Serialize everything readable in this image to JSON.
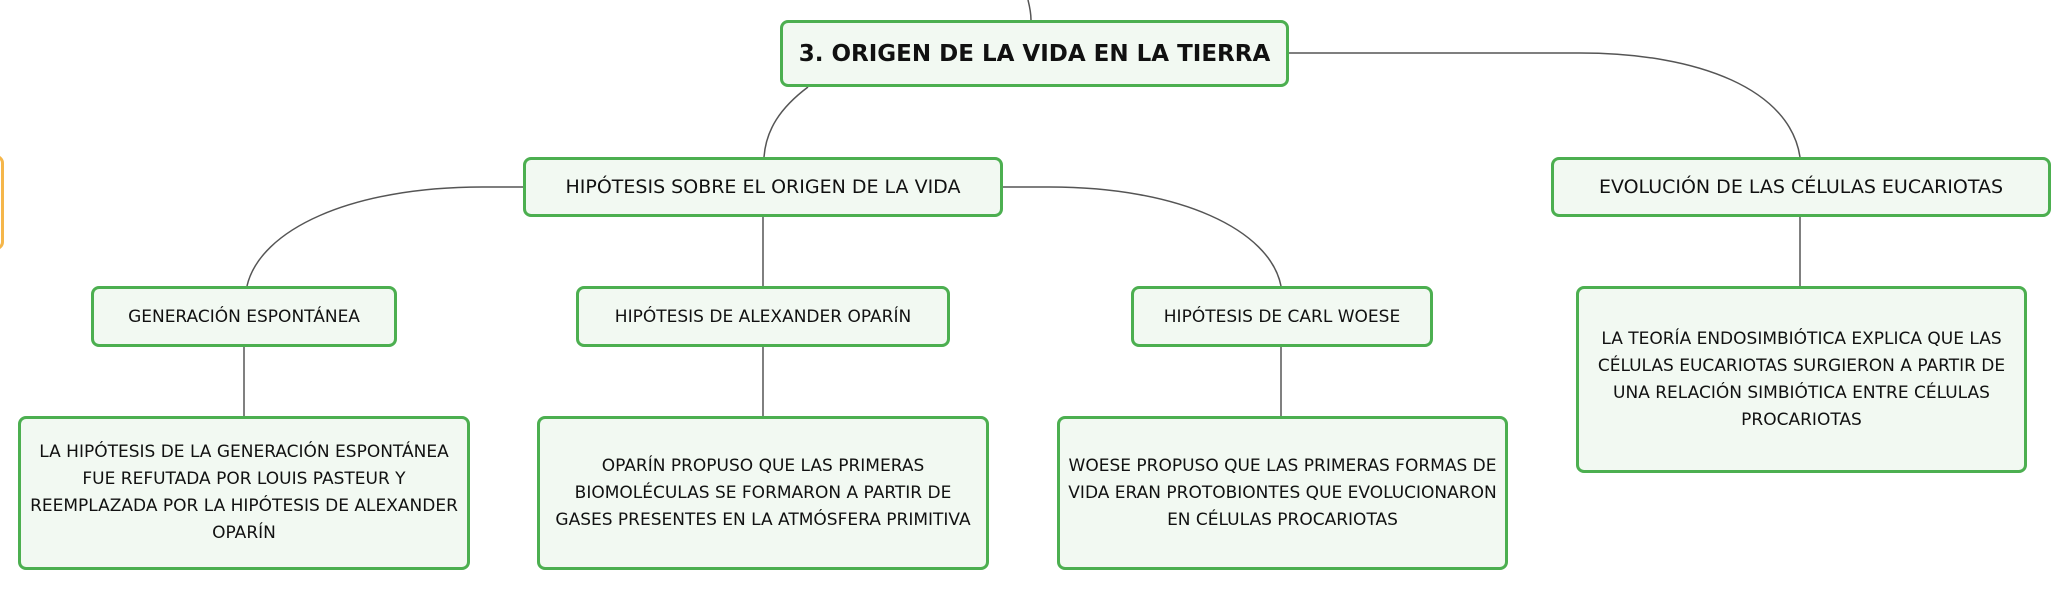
{
  "colors": {
    "border": "#4caf50",
    "fill": "#f2f9f2",
    "connector": "#555555",
    "partial_node_border": "#f5b64a"
  },
  "root": {
    "label": "3. ORIGEN DE LA VIDA EN LA TIERRA"
  },
  "branches": [
    {
      "label": "HIPÓTESIS SOBRE EL ORIGEN DE LA VIDA",
      "children": [
        {
          "label": "GENERACIÓN ESPONTÁNEA",
          "detail": "LA HIPÓTESIS DE LA GENERACIÓN ESPONTÁNEA FUE REFUTADA POR LOUIS PASTEUR Y REEMPLAZADA POR LA HIPÓTESIS DE ALEXANDER OPARÍN"
        },
        {
          "label": "HIPÓTESIS DE ALEXANDER OPARÍN",
          "detail": "OPARÍN PROPUSO QUE LAS PRIMERAS BIOMOLÉCULAS SE FORMARON A PARTIR DE GASES PRESENTES EN LA ATMÓSFERA PRIMITIVA"
        },
        {
          "label": "HIPÓTESIS DE CARL WOESE",
          "detail": "WOESE PROPUSO QUE LAS PRIMERAS FORMAS DE VIDA ERAN PROTOBIONTES QUE EVOLUCIONARON EN CÉLULAS PROCARIOTAS"
        }
      ]
    },
    {
      "label": "EVOLUCIÓN DE LAS CÉLULAS EUCARIOTAS",
      "detail": "LA TEORÍA ENDOSIMBIÓTICA EXPLICA QUE LAS CÉLULAS EUCARIOTAS SURGIERON A PARTIR DE UNA RELACIÓN SIMBIÓTICA ENTRE CÉLULAS PROCARIOTAS"
    }
  ]
}
